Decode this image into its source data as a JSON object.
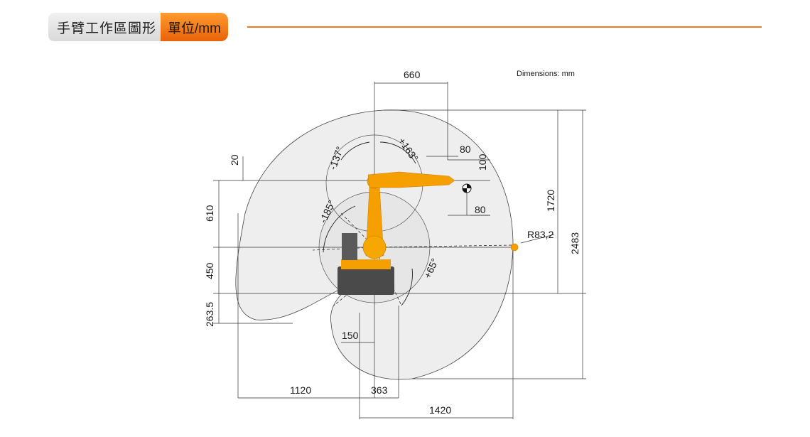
{
  "header": {
    "title": "手臂工作區圖形",
    "unit_label": "單位/mm",
    "accent_color": "#e97a1f"
  },
  "diagram": {
    "units_note": "Dimensions: mm",
    "dimensions": {
      "top_reach": "660",
      "angle_a4_neg": "-137°",
      "angle_a4_pos": "+163°",
      "offset_80_top": "80",
      "offset_100": "100",
      "offset_80_bottom": "80",
      "offset_20": "20",
      "height_610": "610",
      "angle_a1_neg": "-185°",
      "angle_a2_pos": "+65°",
      "height_450": "450",
      "height_263_5": "263.5",
      "radius": "R83,2",
      "height_1720": "1720",
      "height_2483": "2483",
      "base_150": "150",
      "width_1120": "1120",
      "width_363": "363",
      "width_1420": "1420"
    },
    "colors": {
      "robot": "#f5a000",
      "base": "#555555",
      "envelope_fill": "#ececec",
      "line": "#222222"
    }
  }
}
